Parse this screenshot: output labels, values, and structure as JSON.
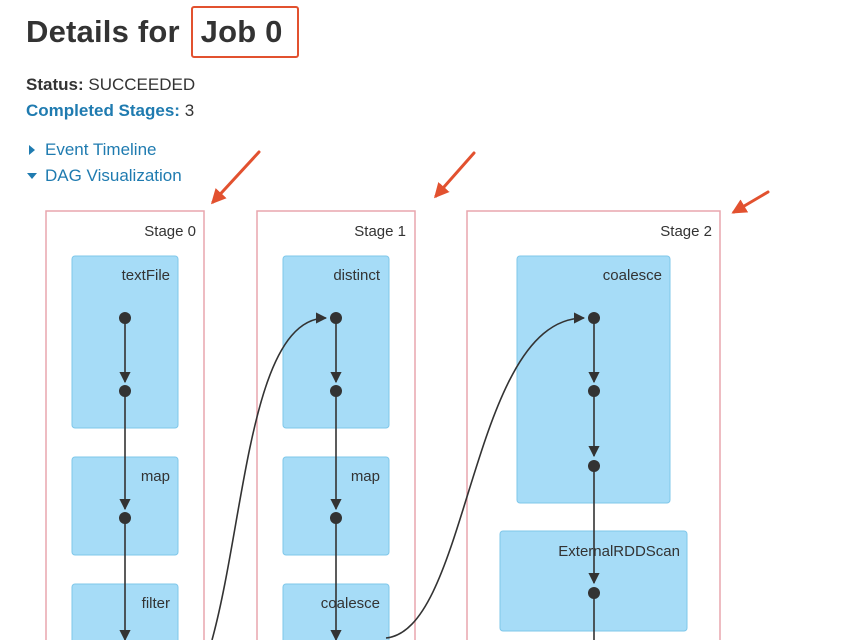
{
  "header": {
    "title_prefix": "Details for",
    "job_name": "Job 0"
  },
  "summary": {
    "status_label": "Status:",
    "status_value": "SUCCEEDED",
    "completed_stages_label": "Completed Stages:",
    "completed_stages_value": "3"
  },
  "toggles": {
    "event_timeline": "Event Timeline",
    "dag_visualization": "DAG Visualization"
  },
  "dag": {
    "stages": [
      {
        "label": "Stage 0",
        "operations": [
          "textFile",
          "map",
          "filter"
        ]
      },
      {
        "label": "Stage 1",
        "operations": [
          "distinct",
          "map",
          "coalesce"
        ]
      },
      {
        "label": "Stage 2",
        "operations": [
          "coalesce",
          "ExternalRDDScan"
        ]
      }
    ]
  },
  "colors": {
    "link": "#1f7bb0",
    "stage_border": "#e8a6ad",
    "operation_fill": "#a6dcf7",
    "operation_border": "#7fc7ea",
    "edge": "#333333",
    "annotation": "#e2512f"
  }
}
